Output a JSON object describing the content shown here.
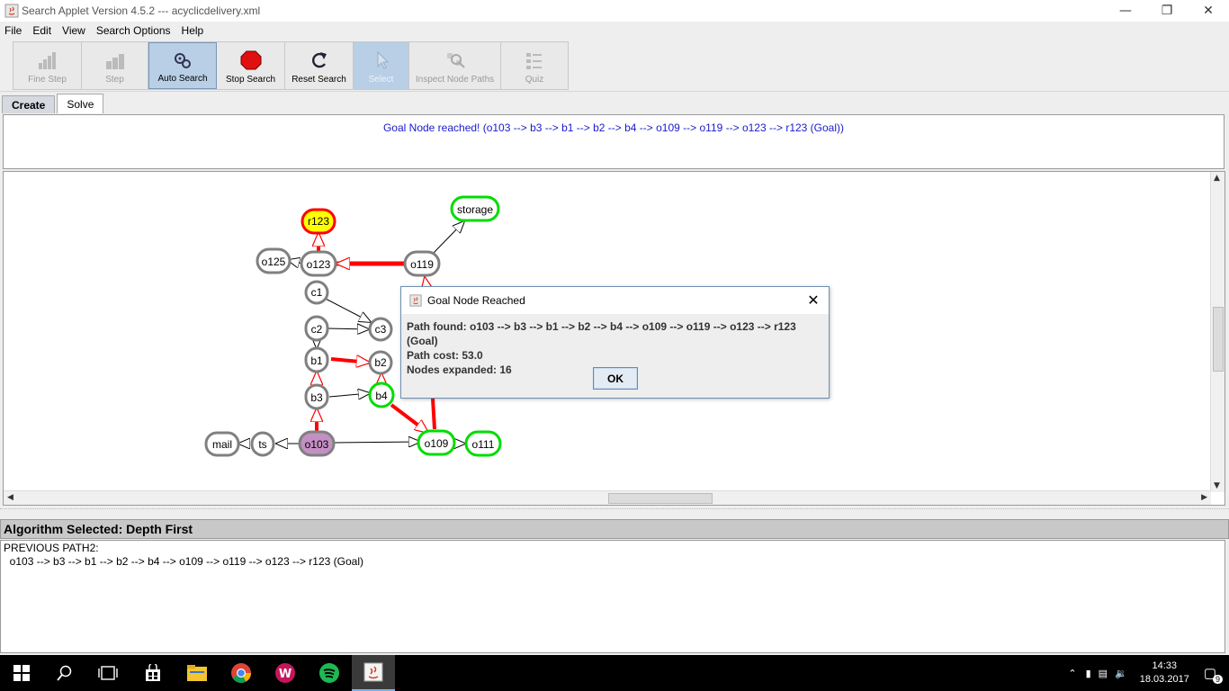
{
  "window": {
    "title": "Search Applet Version 4.5.2 --- acyclicdelivery.xml"
  },
  "menu": [
    "File",
    "Edit",
    "View",
    "Search Options",
    "Help"
  ],
  "toolbar": {
    "buttons": [
      {
        "label": "Fine Step",
        "icon": "fine-step-icon",
        "state": "disabled"
      },
      {
        "label": "Step",
        "icon": "step-icon",
        "state": "disabled"
      },
      {
        "label": "Auto Search",
        "icon": "auto-search-icon",
        "state": "active"
      },
      {
        "label": "Stop Search",
        "icon": "stop-icon",
        "state": "enabled"
      },
      {
        "label": "Reset Search",
        "icon": "reset-icon",
        "state": "enabled"
      },
      {
        "label": "Select",
        "icon": "select-cursor-icon",
        "state": "selected-disabled"
      },
      {
        "label": "Inspect Node Paths",
        "icon": "inspect-icon",
        "state": "disabled"
      },
      {
        "label": "Quiz",
        "icon": "quiz-icon",
        "state": "disabled"
      }
    ]
  },
  "tabs": [
    "Create",
    "Solve"
  ],
  "status_message": "Goal Node reached! (o103 --> b3 --> b1 --> b2 --> b4 --> o109 --> o119 --> o123 --> r123 (Goal))",
  "graph": {
    "nodes": [
      {
        "id": "r123",
        "label": "r123",
        "kind": "goal-found"
      },
      {
        "id": "storage",
        "label": "storage",
        "kind": "frontier"
      },
      {
        "id": "o125",
        "label": "o125",
        "kind": "normal"
      },
      {
        "id": "o123",
        "label": "o123",
        "kind": "normal"
      },
      {
        "id": "o119",
        "label": "o119",
        "kind": "normal"
      },
      {
        "id": "c1",
        "label": "c1",
        "kind": "normal"
      },
      {
        "id": "c2",
        "label": "c2",
        "kind": "normal"
      },
      {
        "id": "c3",
        "label": "c3",
        "kind": "normal"
      },
      {
        "id": "b1",
        "label": "b1",
        "kind": "normal"
      },
      {
        "id": "b2",
        "label": "b2",
        "kind": "normal"
      },
      {
        "id": "b3",
        "label": "b3",
        "kind": "normal"
      },
      {
        "id": "b4",
        "label": "b4",
        "kind": "frontier"
      },
      {
        "id": "mail",
        "label": "mail",
        "kind": "normal"
      },
      {
        "id": "ts",
        "label": "ts",
        "kind": "normal"
      },
      {
        "id": "o103",
        "label": "o103",
        "kind": "start"
      },
      {
        "id": "o109",
        "label": "o109",
        "kind": "frontier"
      },
      {
        "id": "o111",
        "label": "o111",
        "kind": "frontier"
      }
    ],
    "colors": {
      "path": "#ff0000",
      "frontier": "#00e000",
      "goal_fill": "#ffff00",
      "start_fill": "#c490c4",
      "node_border": "#808080"
    }
  },
  "algorithm_label": "Algorithm Selected: Depth First",
  "console": {
    "lines": [
      "PREVIOUS PATH2:",
      "  o103 --> b3 --> b1 --> b2 --> b4 --> o109 --> o119 --> o123 --> r123 (Goal)"
    ]
  },
  "dialog": {
    "title": "Goal Node Reached",
    "path_found": "Path found: o103 --> b3 --> b1 --> b2 --> b4 --> o109 --> o119 --> o123 --> r123 (Goal)",
    "path_cost": "Path cost: 53.0",
    "nodes_expanded": "Nodes expanded: 16",
    "ok_label": "OK"
  },
  "taskbar": {
    "apps": [
      "windows-start-icon",
      "search-icon",
      "task-view-icon",
      "store-icon",
      "file-explorer-icon",
      "chrome-icon",
      "winamp-icon",
      "spotify-icon",
      "java-icon"
    ],
    "time": "14:33",
    "date": "18.03.2017",
    "notification_count": "9"
  }
}
